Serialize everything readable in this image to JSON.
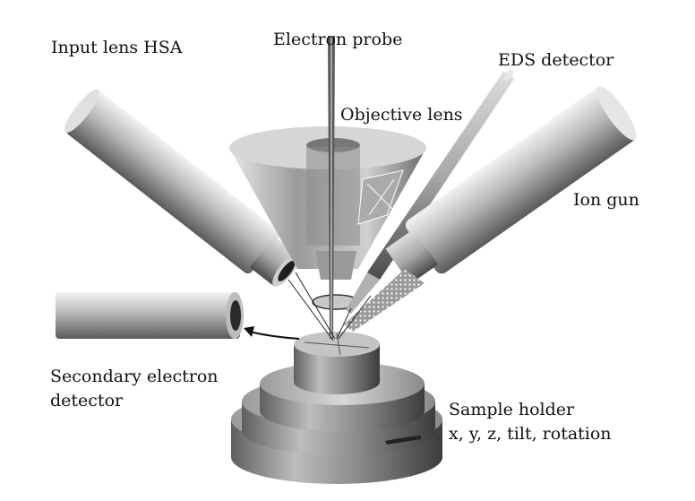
{
  "labels": {
    "input_lens": "Input lens HSA",
    "electron_probe": "Electron probe",
    "eds_detector": "EDS detector",
    "objective_lens": "Objective lens",
    "ion_gun": "Ion gun",
    "secondary_line1": "Secondary electron",
    "secondary_line2": "detector",
    "sample_line1": "Sample holder",
    "sample_line2": "x, y, z, tilt, rotation"
  }
}
